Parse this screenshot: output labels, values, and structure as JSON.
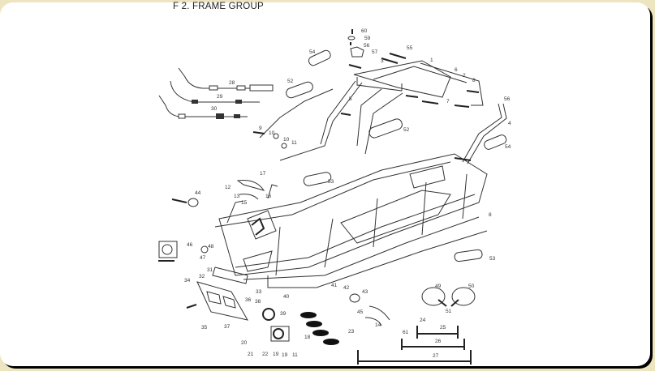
{
  "title": "F 2.  FRAME GROUP",
  "colors": {
    "background": "#ede4c0",
    "panel": "#ffffff",
    "line": "#333333"
  },
  "labels": [
    "28",
    "29",
    "30",
    "54",
    "52",
    "9",
    "10",
    "10",
    "11",
    "60",
    "59",
    "56",
    "57",
    "55",
    "3",
    "1",
    "2",
    "8",
    "5",
    "7",
    "56",
    "4",
    "52",
    "54",
    "17",
    "12",
    "13",
    "16",
    "15",
    "44",
    "53",
    "46",
    "48",
    "47",
    "31",
    "32",
    "34",
    "33",
    "36",
    "38",
    "40",
    "39",
    "35",
    "37",
    "18",
    "23",
    "20",
    "21",
    "22",
    "19",
    "19",
    "11",
    "41",
    "42",
    "45",
    "43",
    "49",
    "50",
    "51",
    "24",
    "25",
    "61",
    "26",
    "27",
    "14",
    "8",
    "53",
    "6"
  ]
}
